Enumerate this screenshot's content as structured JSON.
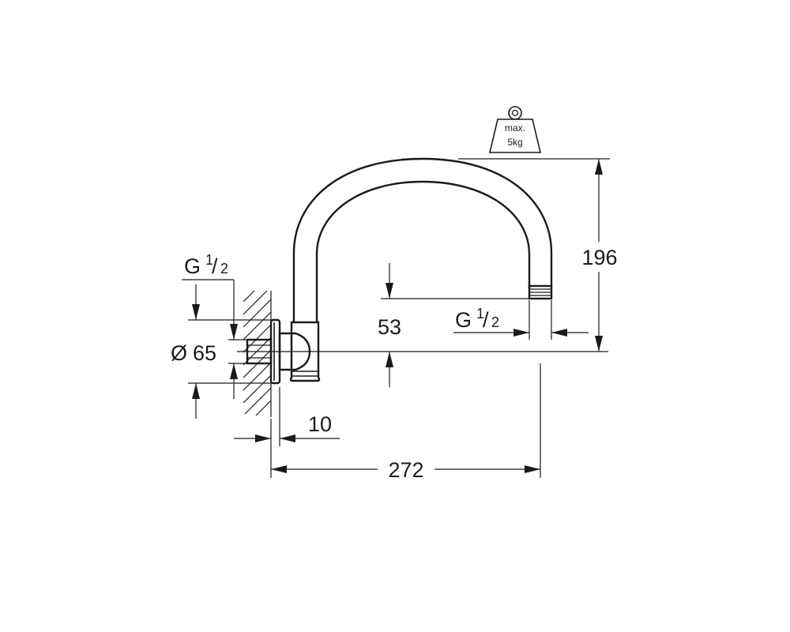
{
  "dimensions": {
    "height": "196",
    "outlet_offset": "53",
    "projection": "272",
    "flange_depth": "10",
    "flange_diameter_symbol": "Ø",
    "flange_diameter": "65"
  },
  "threads": {
    "inlet": {
      "letter": "G",
      "numerator": "1",
      "slash": "/",
      "denominator": "2"
    },
    "outlet": {
      "letter": "G",
      "numerator": "1",
      "slash": "/",
      "denominator": "2"
    }
  },
  "load": {
    "line1": "max.",
    "line2": "5kg"
  }
}
